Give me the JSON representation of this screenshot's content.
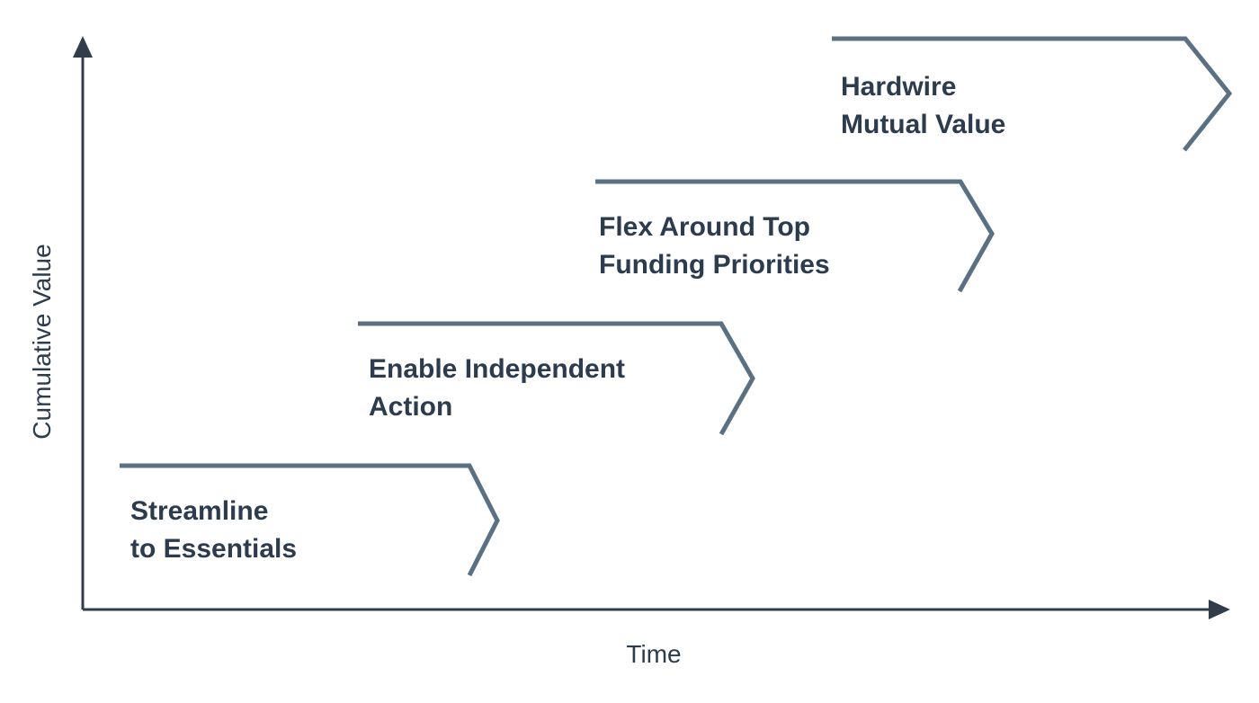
{
  "colors": {
    "background": "#ffffff",
    "axis": "#313d4b",
    "shape-line": "#5b7183",
    "label-text": "#2c3b4d"
  },
  "axes": {
    "y_label": "Cumulative Value",
    "x_label": "Time"
  },
  "phases": [
    {
      "label": "Streamline\nto Essentials"
    },
    {
      "label": "Enable Independent\nAction"
    },
    {
      "label": "Flex Around Top\nFunding Priorities"
    },
    {
      "label": "Hardwire\nMutual Value"
    }
  ]
}
